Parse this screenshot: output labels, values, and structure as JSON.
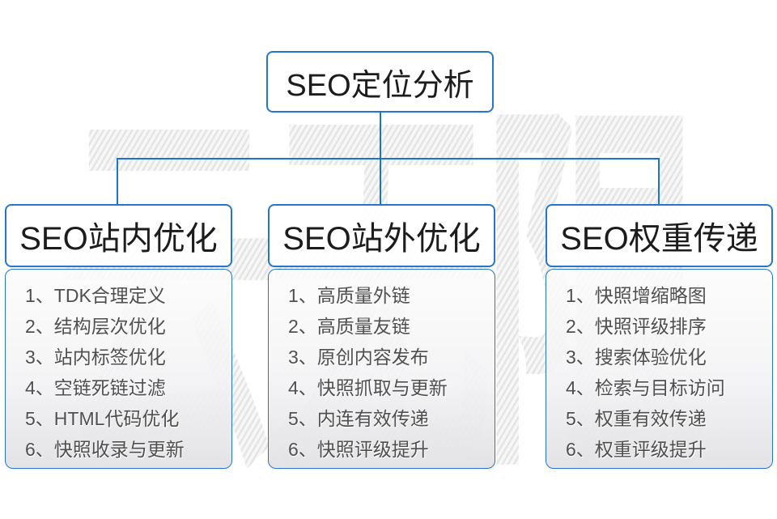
{
  "watermark": {
    "text": "云无限"
  },
  "colors": {
    "connector_blue": "#1a74c8",
    "border_blue": "#2277cb",
    "node_text": "#1c1c1c",
    "list_text": "#4f4f4f",
    "watermark_gray": "#ededed",
    "list_gradient_bottom": "#e2e2e5"
  },
  "root": {
    "title": "SEO定位分析"
  },
  "columns": [
    {
      "title": "SEO站内优化",
      "items": [
        "1、TDK合理定义",
        "2、结构层次优化",
        "3、站内标签优化",
        "4、空链死链过滤",
        "5、HTML代码优化",
        "6、快照收录与更新"
      ]
    },
    {
      "title": "SEO站外优化",
      "items": [
        "1、高质量外链",
        "2、高质量友链",
        "3、原创内容发布",
        "4、快照抓取与更新",
        "5、内连有效传递",
        "6、快照评级提升"
      ]
    },
    {
      "title": "SEO权重传递",
      "items": [
        "1、快照增缩略图",
        "2、快照评级排序",
        "3、搜索体验优化",
        "4、检索与目标访问",
        "5、权重有效传递",
        "6、权重评级提升"
      ]
    }
  ]
}
